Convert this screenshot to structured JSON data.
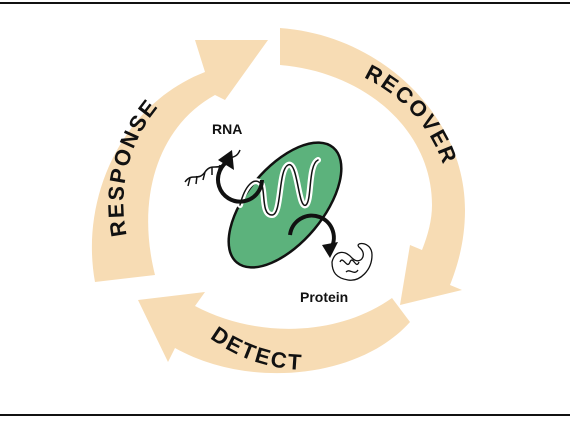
{
  "labels": {
    "response": "RESPONSE",
    "recover": "RECOVER",
    "detect": "DETECT",
    "rna": "RNA",
    "protein": "Protein"
  },
  "colors": {
    "arrow_fill": "#f7dcb4",
    "mitochondrion_fill": "#5cb27c",
    "outline": "#111111",
    "background": "#ffffff"
  },
  "icons": {
    "center": "mitochondrion-icon",
    "rna": "rna-strand-icon",
    "protein": "protein-icon"
  }
}
